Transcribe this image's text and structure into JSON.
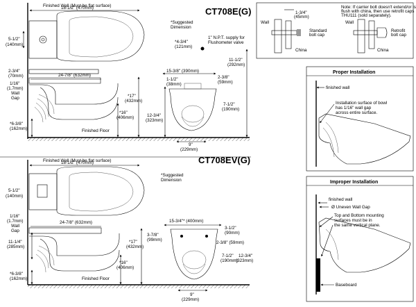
{
  "models": {
    "top": "CT708E(G)",
    "bottom": "CT708EV(G)"
  },
  "top": {
    "finished_wall": "Finished Wall (Must be flat surface)",
    "w_18_5": "18-1/2\" (470mm)",
    "d_5_5a": "5-1/2\"",
    "d_5_5b": "(140mm)",
    "d_2_75a": "2-3/4\"",
    "d_2_75b": "(70mm)",
    "d_1_16a": "1/16\"",
    "d_1_16b": "(1.7mm)",
    "d_1_16c": "Wall",
    "d_1_16d": "Gap",
    "d_24_875": "24-7/8\" (632mm)",
    "d_17a": "*17\"",
    "d_17b": "(432mm)",
    "d_16a": "*16\"",
    "d_16b": "(406mm)",
    "d_6_375a": "*6-3/8\"",
    "d_6_375b": "(162mm)",
    "floor": "Finished Floor",
    "suggested_a": "*Suggested",
    "suggested_b": "Dimension",
    "d_4_75a": "*4-3/4\"",
    "d_4_75b": "(121mm)",
    "supply_a": "1\" N.P.T. supply for",
    "supply_b": "Flushometer valve",
    "d_11_5a": "11-1/2\"",
    "d_11_5b": "(292mm)",
    "d_15_375": "15-3/8\" (390mm)",
    "d_1_5a": "1-1/2\"",
    "d_1_5b": "(38mm)",
    "d_2_375a": "2-3/8\"",
    "d_2_375b": "(59mm)",
    "d_7_5a": "7-1/2\"",
    "d_7_5b": "(190mm)",
    "d_12_75a": "12-3/4\"",
    "d_12_75b": "(323mm)",
    "d_9a": "9\"",
    "d_9b": "(229mm)"
  },
  "bottom": {
    "finished_wall": "Finished Wall (Must be flat surface)",
    "w_18_5": "18-1/2\" (470mm)",
    "suggested_a": "*Suggested",
    "suggested_b": "Dimension",
    "d_5_5a": "5-1/2\"",
    "d_5_5b": "(140mm)",
    "d_1_16a": "1/16\"",
    "d_1_16b": "(1.7mm)",
    "d_1_16c": "Wall",
    "d_1_16d": "Gap",
    "d_24_875": "24-7/8\" (632mm)",
    "d_11_25a": "11-1/4\"",
    "d_11_25b": "(285mm)",
    "d_17a": "*17\"",
    "d_17b": "(432mm)",
    "d_16a": "*16\"",
    "d_16b": "(406mm)",
    "d_6_375a": "*6-3/8\"",
    "d_6_375b": "(162mm)",
    "floor": "Finished Floor",
    "d_15_75": "15-3/4\"* (400mm)",
    "d_3_875a": "3-7/8\"",
    "d_3_875b": "(99mm)",
    "d_3_5a": "3-1/2\"",
    "d_3_5b": "(90mm)",
    "d_2_375": "2-3/8\" (59mm)",
    "d_7_5a": "7-1/2\"",
    "d_7_5b": "(190mm)",
    "d_12_75a": "12-3/4\"",
    "d_12_75b": "(323mm)",
    "d_9a": "9\"",
    "d_9b": "(229mm)"
  },
  "note": {
    "line1": "Note: If carrier bolt doesn't extend/or is",
    "line2": "flush with china, then use retrofit caps",
    "line3": "THU111 (sold separately).",
    "d_1_75a": "1-3/4\"",
    "d_1_75b": "(45mm)",
    "wall1": "Wall",
    "wall2": "Wall",
    "std_a": "Standard",
    "std_b": "bolt cap",
    "retro_a": "Retrofit",
    "retro_b": "bolt cap",
    "china1": "China",
    "china2": "China"
  },
  "proper": {
    "title": "Proper Installation",
    "finished_wall": "finished wall",
    "desc1": "Installation surface of bowl",
    "desc2": "has 1/16\" wall gap",
    "desc3": "across entire surface."
  },
  "improper": {
    "title": "Improper Installation",
    "finished_wall": "finished wall",
    "uneven": "Ø Uneven Wall Gap",
    "desc1": "Top and Bottom mounting",
    "desc2": "surfaces must be in",
    "desc3": "the same vertical plane.",
    "baseboard": "Baseboard"
  }
}
